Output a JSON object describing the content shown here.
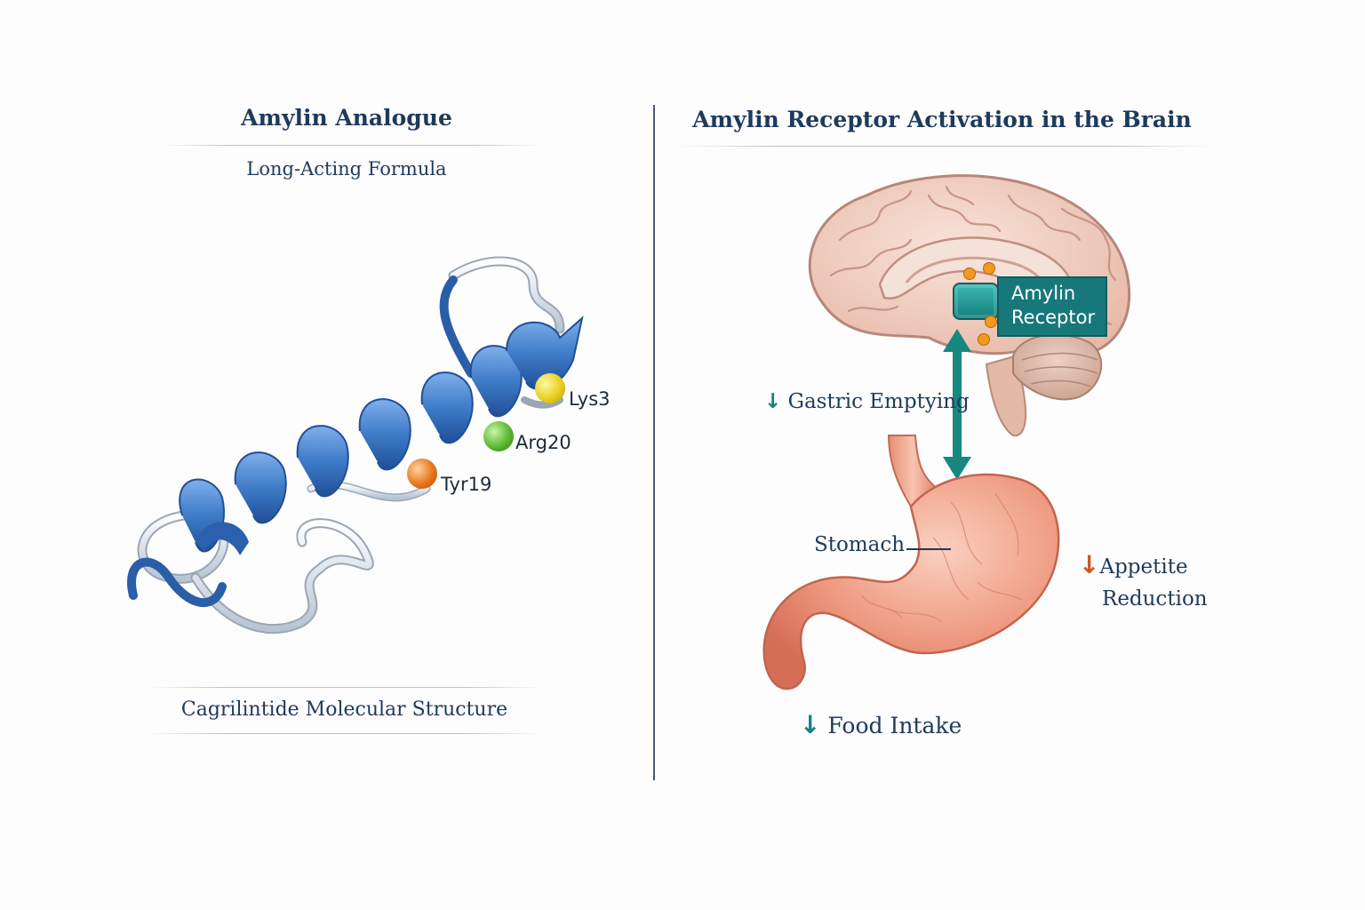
{
  "left_panel": {
    "title": "Amylin Analogue",
    "subtitle": "Long-Acting Formula",
    "caption": "Cagrilintide Molecular Structure",
    "residues": [
      {
        "label": "Lys3",
        "color": "#e8cf1f"
      },
      {
        "label": "Arg20",
        "color": "#5cb830"
      },
      {
        "label": "Tyr19",
        "color": "#e8761c"
      }
    ],
    "helix_color": "#3f7bc8",
    "loop_color": "#d9e0ea"
  },
  "right_panel": {
    "title": "Amylin Receptor Activation in the Brain",
    "receptor_label_line1": "Amylin",
    "receptor_label_line2": "Receptor",
    "stomach_label": "Stomach",
    "effects": {
      "gastric_emptying": {
        "arrow": "↓",
        "text": "Gastric Emptying",
        "arrow_color": "#13837e"
      },
      "appetite": {
        "arrow": "↓",
        "line1": "Appetite",
        "line2": "Reduction",
        "arrow_color": "#d2571f"
      },
      "food_intake": {
        "arrow": "↓",
        "text": "Food Intake",
        "arrow_color": "#13837e"
      }
    },
    "teal_color": "#17877f",
    "brain_color": "#f1cfc2",
    "stomach_color": "#ee9a80"
  }
}
